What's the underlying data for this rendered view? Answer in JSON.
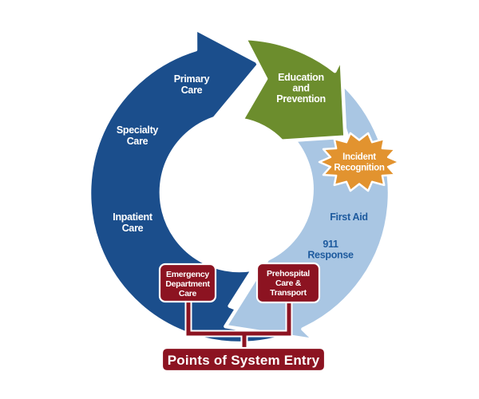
{
  "diagram": {
    "colors": {
      "dark_blue": "#1b4e8c",
      "light_blue": "#a9c6e3",
      "green": "#6c8d2d",
      "orange": "#e2932f",
      "dark_red": "#8c1321",
      "label_blue": "#1d5a9e",
      "white": "#ffffff"
    },
    "cycle_segments": {
      "primary_care": {
        "line1": "Primary",
        "line2": "Care"
      },
      "specialty_care": {
        "line1": "Specialty",
        "line2": "Care"
      },
      "inpatient_care": {
        "line1": "Inpatient",
        "line2": "Care"
      },
      "education_prevention": {
        "line1": "Education",
        "line2": "and",
        "line3": "Prevention"
      },
      "incident_recognition": {
        "line1": "Incident",
        "line2": "Recognition"
      },
      "first_aid": {
        "line1": "First Aid"
      },
      "response_911": {
        "line1": "911",
        "line2": "Response"
      }
    },
    "entry_points": {
      "emergency_department": {
        "line1": "Emergency",
        "line2": "Department",
        "line3": "Care"
      },
      "prehospital": {
        "line1": "Prehospital",
        "line2": "Care &",
        "line3": "Transport"
      },
      "footer_label": "Points of System Entry"
    }
  }
}
